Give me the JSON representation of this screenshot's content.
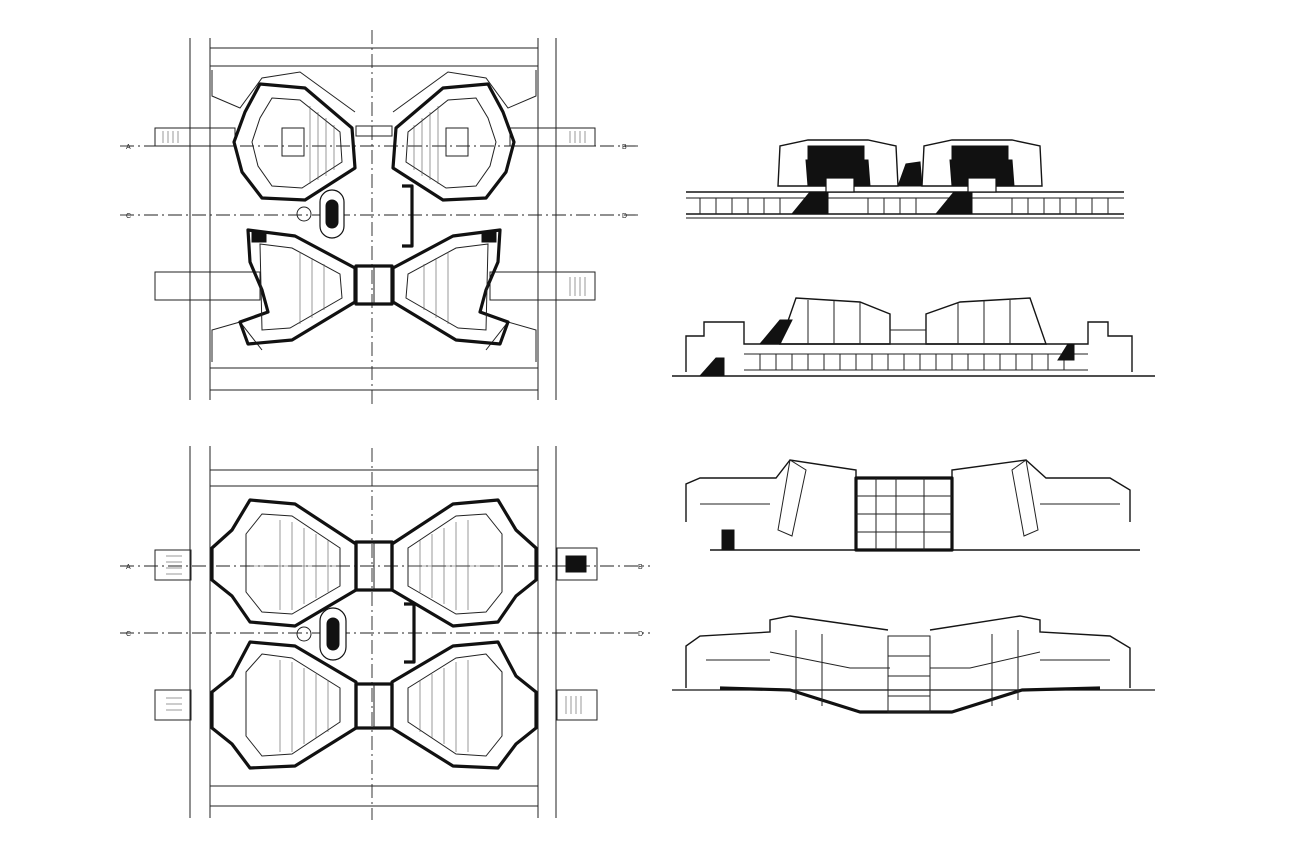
{
  "section_markers": {
    "a": "A",
    "b": "B",
    "c": "C",
    "d": "D"
  },
  "colors": {
    "ink": "#111111",
    "paper": "#ffffff"
  }
}
